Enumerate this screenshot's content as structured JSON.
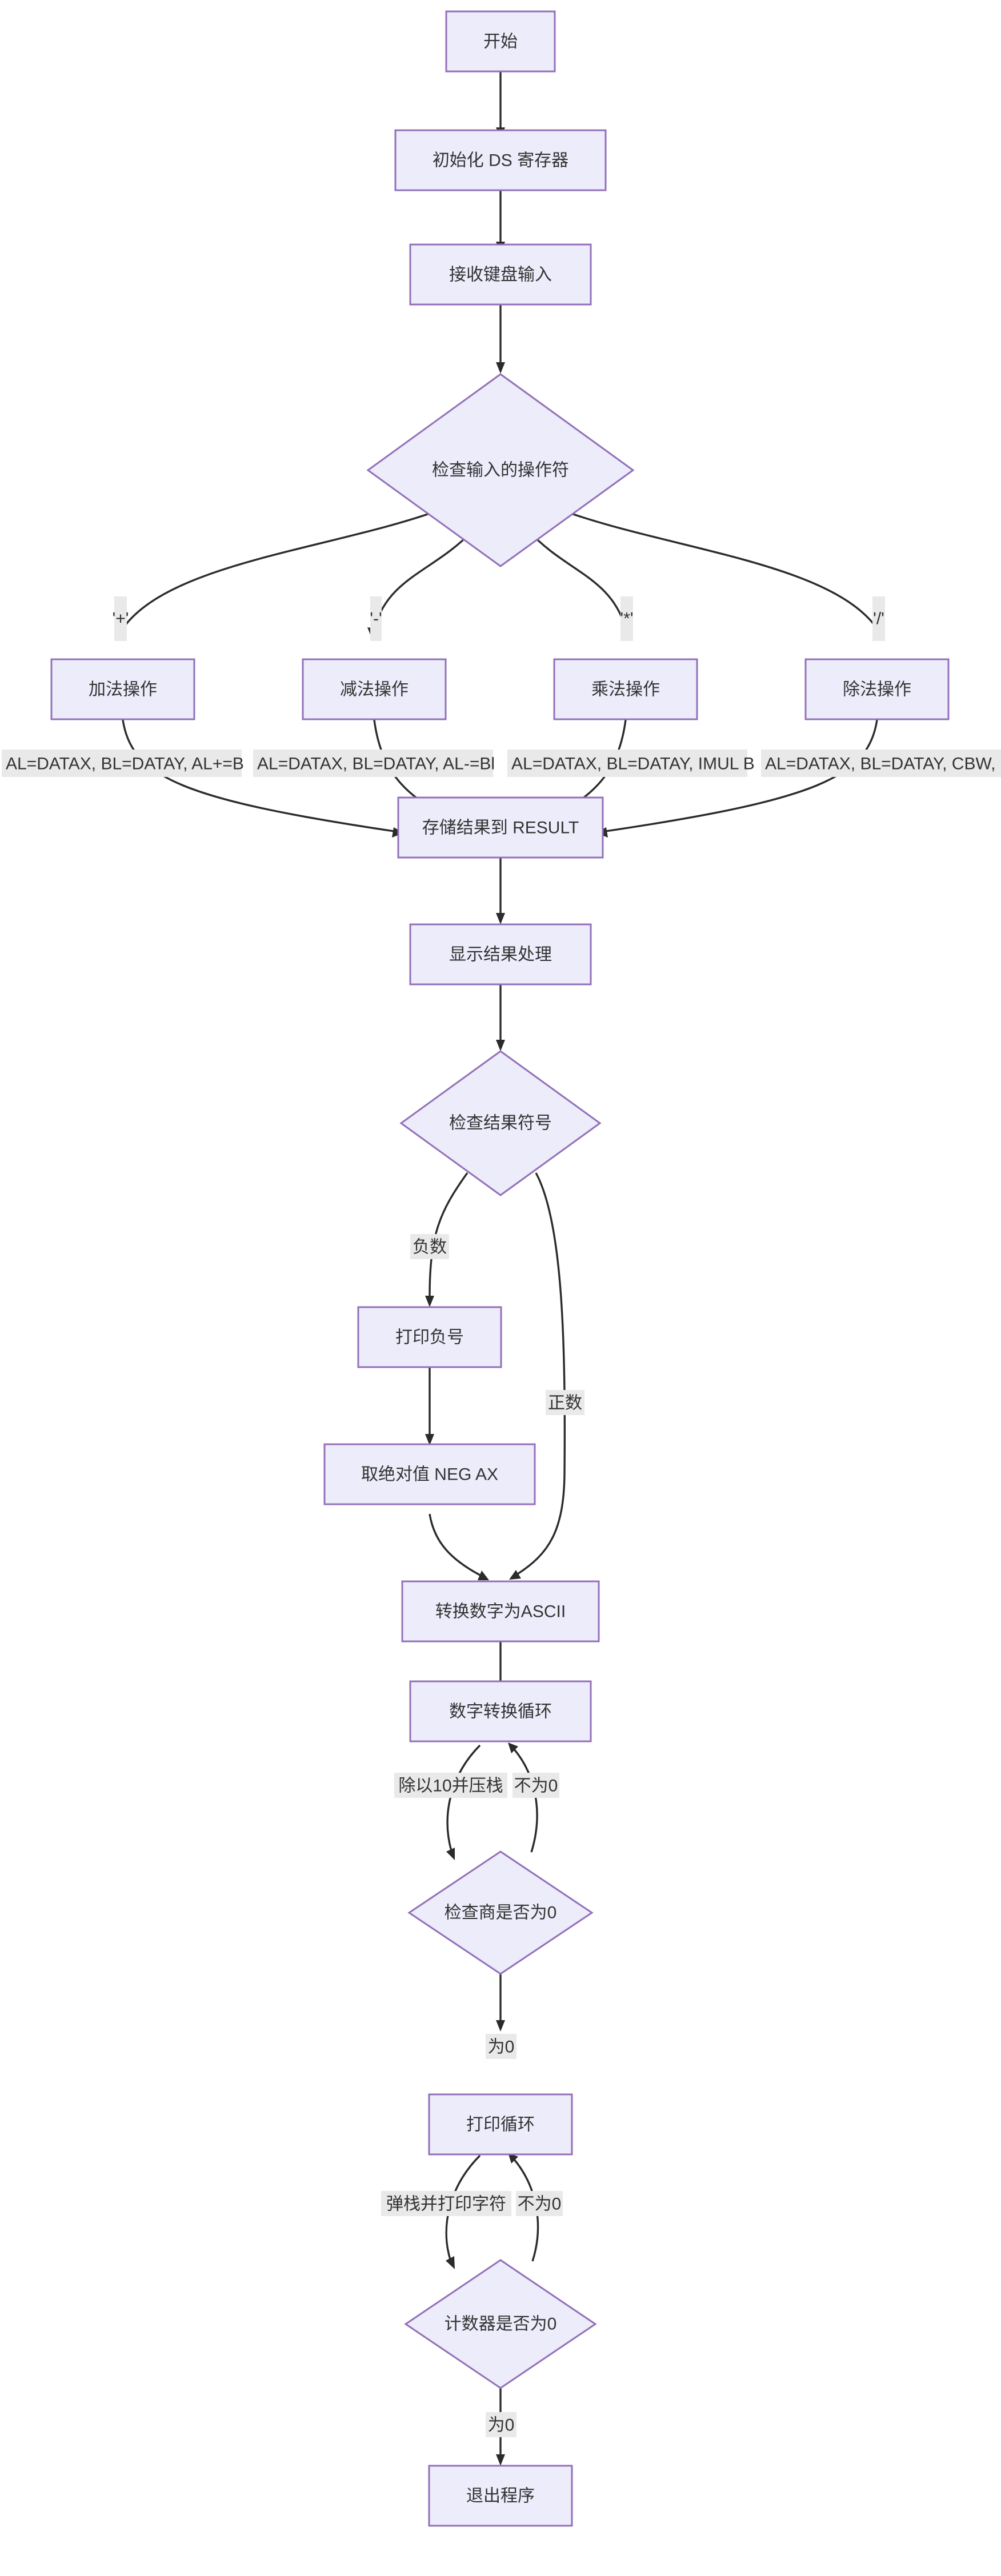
{
  "diagram": {
    "type": "flowchart",
    "orientation": "top-down",
    "title_text": "",
    "colors": {
      "node_fill": "#ececfb",
      "node_border": "#9370b8",
      "edge_stroke": "#2b2b2b",
      "edge_label_bg": "#e9e9e9",
      "text": "#333333",
      "canvas": "#ffffff"
    },
    "nodes": [
      {
        "id": "start",
        "label": "开始",
        "shape": "rect"
      },
      {
        "id": "init_ds",
        "label": "初始化 DS 寄存器",
        "shape": "rect"
      },
      {
        "id": "read_kbd",
        "label": "接收键盘输入",
        "shape": "rect"
      },
      {
        "id": "check_op",
        "label": "检查输入的操作符",
        "shape": "diamond"
      },
      {
        "id": "op_add",
        "label": "加法操作",
        "shape": "rect"
      },
      {
        "id": "op_sub",
        "label": "减法操作",
        "shape": "rect"
      },
      {
        "id": "op_mul",
        "label": "乘法操作",
        "shape": "rect"
      },
      {
        "id": "op_div",
        "label": "除法操作",
        "shape": "rect"
      },
      {
        "id": "store_result",
        "label": "存储结果到 RESULT",
        "shape": "rect"
      },
      {
        "id": "show_result",
        "label": "显示结果处理",
        "shape": "rect"
      },
      {
        "id": "check_sign",
        "label": "检查结果符号",
        "shape": "diamond"
      },
      {
        "id": "print_minus",
        "label": "打印负号",
        "shape": "rect"
      },
      {
        "id": "abs_neg",
        "label": "取绝对值 NEG AX",
        "shape": "rect"
      },
      {
        "id": "to_ascii",
        "label": "转换数字为ASCII",
        "shape": "rect"
      },
      {
        "id": "conv_loop",
        "label": "数字转换循环",
        "shape": "rect"
      },
      {
        "id": "check_quot",
        "label": "检查商是否为0",
        "shape": "diamond"
      },
      {
        "id": "print_loop",
        "label": "打印循环",
        "shape": "rect"
      },
      {
        "id": "check_count",
        "label": "计数器是否为0",
        "shape": "diamond"
      },
      {
        "id": "exit_prog",
        "label": "退出程序",
        "shape": "rect"
      }
    ],
    "edges": [
      {
        "from": "start",
        "to": "init_ds",
        "label": ""
      },
      {
        "from": "init_ds",
        "to": "read_kbd",
        "label": ""
      },
      {
        "from": "read_kbd",
        "to": "check_op",
        "label": ""
      },
      {
        "from": "check_op",
        "to": "op_add",
        "label": "'+'"
      },
      {
        "from": "check_op",
        "to": "op_sub",
        "label": "'-'"
      },
      {
        "from": "check_op",
        "to": "op_mul",
        "label": "'*'"
      },
      {
        "from": "check_op",
        "to": "op_div",
        "label": "'/'"
      },
      {
        "from": "op_add",
        "to": "store_result",
        "label": "AL=DATAX, BL=DATAY, AL+=B"
      },
      {
        "from": "op_sub",
        "to": "store_result",
        "label": "AL=DATAX, BL=DATAY, AL-=Bl"
      },
      {
        "from": "op_mul",
        "to": "store_result",
        "label": "AL=DATAX, BL=DATAY, IMUL B"
      },
      {
        "from": "op_div",
        "to": "store_result",
        "label": "AL=DATAX, BL=DATAY, CBW, I"
      },
      {
        "from": "store_result",
        "to": "show_result",
        "label": ""
      },
      {
        "from": "show_result",
        "to": "check_sign",
        "label": ""
      },
      {
        "from": "check_sign",
        "to": "print_minus",
        "label": "负数"
      },
      {
        "from": "check_sign",
        "to": "to_ascii",
        "label": "正数"
      },
      {
        "from": "print_minus",
        "to": "abs_neg",
        "label": ""
      },
      {
        "from": "abs_neg",
        "to": "to_ascii",
        "label": ""
      },
      {
        "from": "to_ascii",
        "to": "conv_loop",
        "label": ""
      },
      {
        "from": "conv_loop",
        "to": "check_quot",
        "label": "除以10并压栈"
      },
      {
        "from": "check_quot",
        "to": "conv_loop",
        "label": "不为0"
      },
      {
        "from": "check_quot",
        "to": "print_loop",
        "label": "为0"
      },
      {
        "from": "print_loop",
        "to": "check_count",
        "label": "弹栈并打印字符"
      },
      {
        "from": "check_count",
        "to": "print_loop",
        "label": "不为0"
      },
      {
        "from": "check_count",
        "to": "exit_prog",
        "label": "为0"
      }
    ]
  }
}
